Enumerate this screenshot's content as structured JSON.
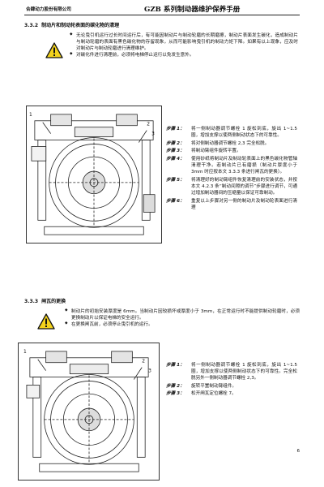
{
  "header": {
    "company": "合肆动力股份有限公司",
    "title": "GZB 系列制动器维护保养手册"
  },
  "section_332": {
    "number": "3.3.2",
    "title": "制动片和制动轮表面的碳化物的清理",
    "bullets": [
      "无论曳引机运行过长时间运行后，有可能因制动片与制动轮磨的长期磨擦，制动片表面发生碳化，造成制动片与制动轮磨的表面有黑色碳化物的存留现象，从而可能影响曳引机的制动力矩下降。如果有以上现象，应及时对制动片与制动轮磨进行清理维护。",
      "对碳化件进行清理前，必须将电梯停止运行以免发生意外。"
    ],
    "callouts": [
      "1",
      "2",
      "3"
    ],
    "steps": [
      {
        "label": "步骤 1：",
        "text": "将一侧制动器调节螺栓 1 旋松到底，旋出 1~1.5 圈，增加支撑以使两侧制动状态下的可靠性。"
      },
      {
        "label": "步骤 2：",
        "text": "将对侧制动器调节螺栓 2,3 完全松脱。"
      },
      {
        "label": "步骤 3：",
        "text": "将制动臂组件旋转平置。"
      },
      {
        "label": "步骤 4：",
        "text": "使用砂纸将制动片及制动轮表面上的黑色碳化物管轴清理干净。若制动片已有磨损（制动片厚度小于 3mm 时应按本文 3.3.3 条进行闸瓦的更换）。"
      },
      {
        "label": "步骤 5：",
        "text": "将清理好的制动臂组件恢复清理前的安装状态，并按本文 4.2.3 条“制动间隙的调节”步骤进行调节，可通过增加制动器间的压缩量以保证可靠制动。"
      },
      {
        "label": "步骤 6：",
        "text": "重复以上步骤对另一侧的制动片及制动轮表面进行清理"
      }
    ]
  },
  "section_333": {
    "number": "3.3.3",
    "title": "闸瓦的更换",
    "bullets": [
      "制动片的初始安装厚度是 6mm。当制动片因较损坏或厚度小于 3mm，在正常运行时不能提供制动轮磨时，必须更换制动片以保证电梯的安全运行。",
      "在更换闸瓦前，必须停止曳引机的运行。"
    ],
    "callouts": [
      "1",
      "2",
      "3"
    ],
    "steps": [
      {
        "label": "步骤 1：",
        "text": "将一侧制动器调节螺栓 1 旋松到底，旋出 1~1.5 圈，增加支撑以使两侧制动状态下的可靠性。完全松脱另外一侧制动器调节螺栓 2,3。"
      },
      {
        "label": "步骤 2：",
        "text": "旋转平置制动臂组件。"
      },
      {
        "label": "步骤 3：",
        "text": "松开闸瓦定位螺栓 7。"
      }
    ]
  },
  "page_number": "6",
  "colors": {
    "warn_yellow": "#f3d21c",
    "line": "#222222"
  },
  "icons": [
    "warning-triangle-icon"
  ]
}
